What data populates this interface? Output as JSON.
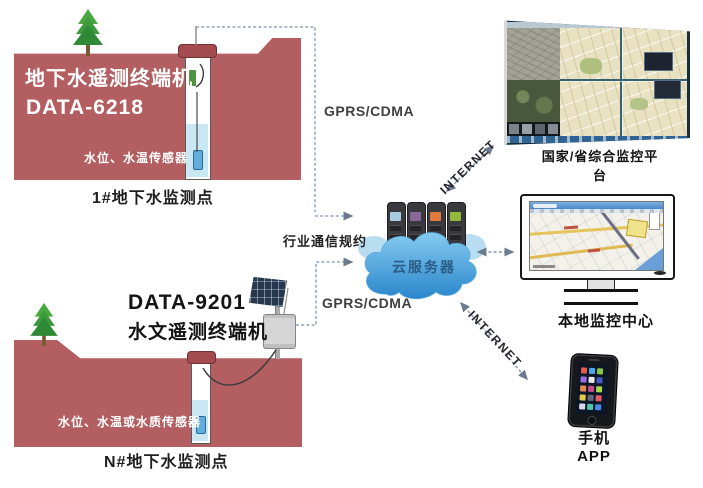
{
  "site1": {
    "title": "地下水遥测终端机",
    "model": "DATA-6218",
    "sensor": "水位、水温传感器",
    "label": "1#地下水监测点"
  },
  "site2": {
    "model": "DATA-9201",
    "title": "水文遥测终端机",
    "sensor": "水位、水温或水质传感器",
    "label": "N#地下水监测点"
  },
  "links": {
    "gprs_top": "GPRS/CDMA",
    "gprs_bottom": "GPRS/CDMA",
    "protocol": "行业通信规约",
    "internet_top": "INTERNET",
    "internet_bottom": "INTERNET"
  },
  "cloud": {
    "label": "云服务器"
  },
  "endpoints": {
    "national": "国家/省综合监控平台",
    "local": "本地监控中心",
    "mobile": "手机APP"
  },
  "colors": {
    "ground": "#b35e60",
    "water": "#c9e8f4",
    "cloud_top": "#85cbf0",
    "cloud_bottom": "#2a86cc",
    "connector": "#8fa6c0",
    "rack_stripes": [
      "#a8cce0",
      "#8a6898",
      "#e07a3c",
      "#94b83c"
    ]
  }
}
